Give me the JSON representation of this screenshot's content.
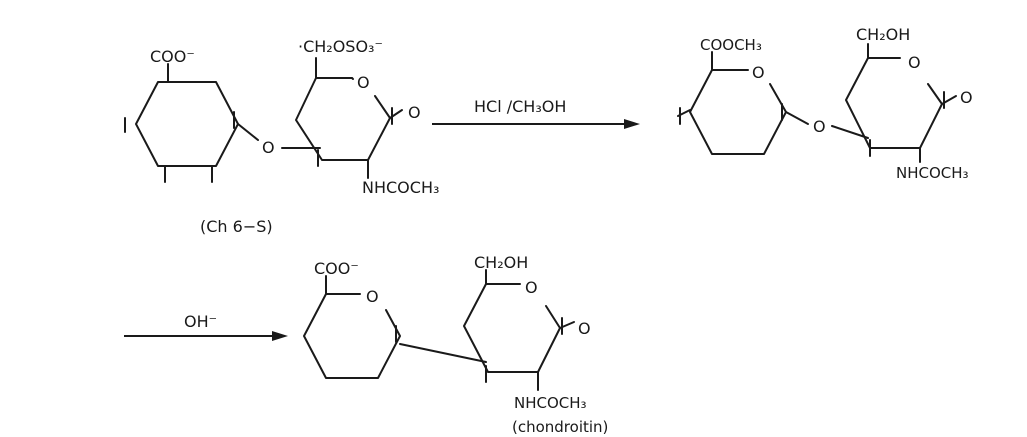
{
  "reaction": {
    "step1_reagent": "HCl /CH₃OH",
    "step2_reagent": "OH⁻"
  },
  "compounds": {
    "ch6s": {
      "caption": "(Ch 6−S)",
      "carboxylate": "COO⁻",
      "sulfate_group": "·CH₂OSO₃⁻",
      "ring_oxygen": "O",
      "link_oxygen": "O",
      "carbonyl_oxygen": "O",
      "amide": "NHCOCH₃"
    },
    "intermediate": {
      "ester": "COOCH₃",
      "hydroxymethyl": "CH₂OH",
      "ring_oxygen_left": "O",
      "ring_oxygen_right": "O",
      "link_oxygen": "O",
      "carbonyl_oxygen": "O",
      "amide": "NHCOCH₃"
    },
    "chondroitin": {
      "caption": "(chondroitin)",
      "carboxylate": "COO⁻",
      "hydroxymethyl": "CH₂OH",
      "ring_oxygen_left": "O",
      "ring_oxygen_right": "O",
      "carbonyl_oxygen": "O",
      "amide": "NHCOCH₃"
    }
  }
}
